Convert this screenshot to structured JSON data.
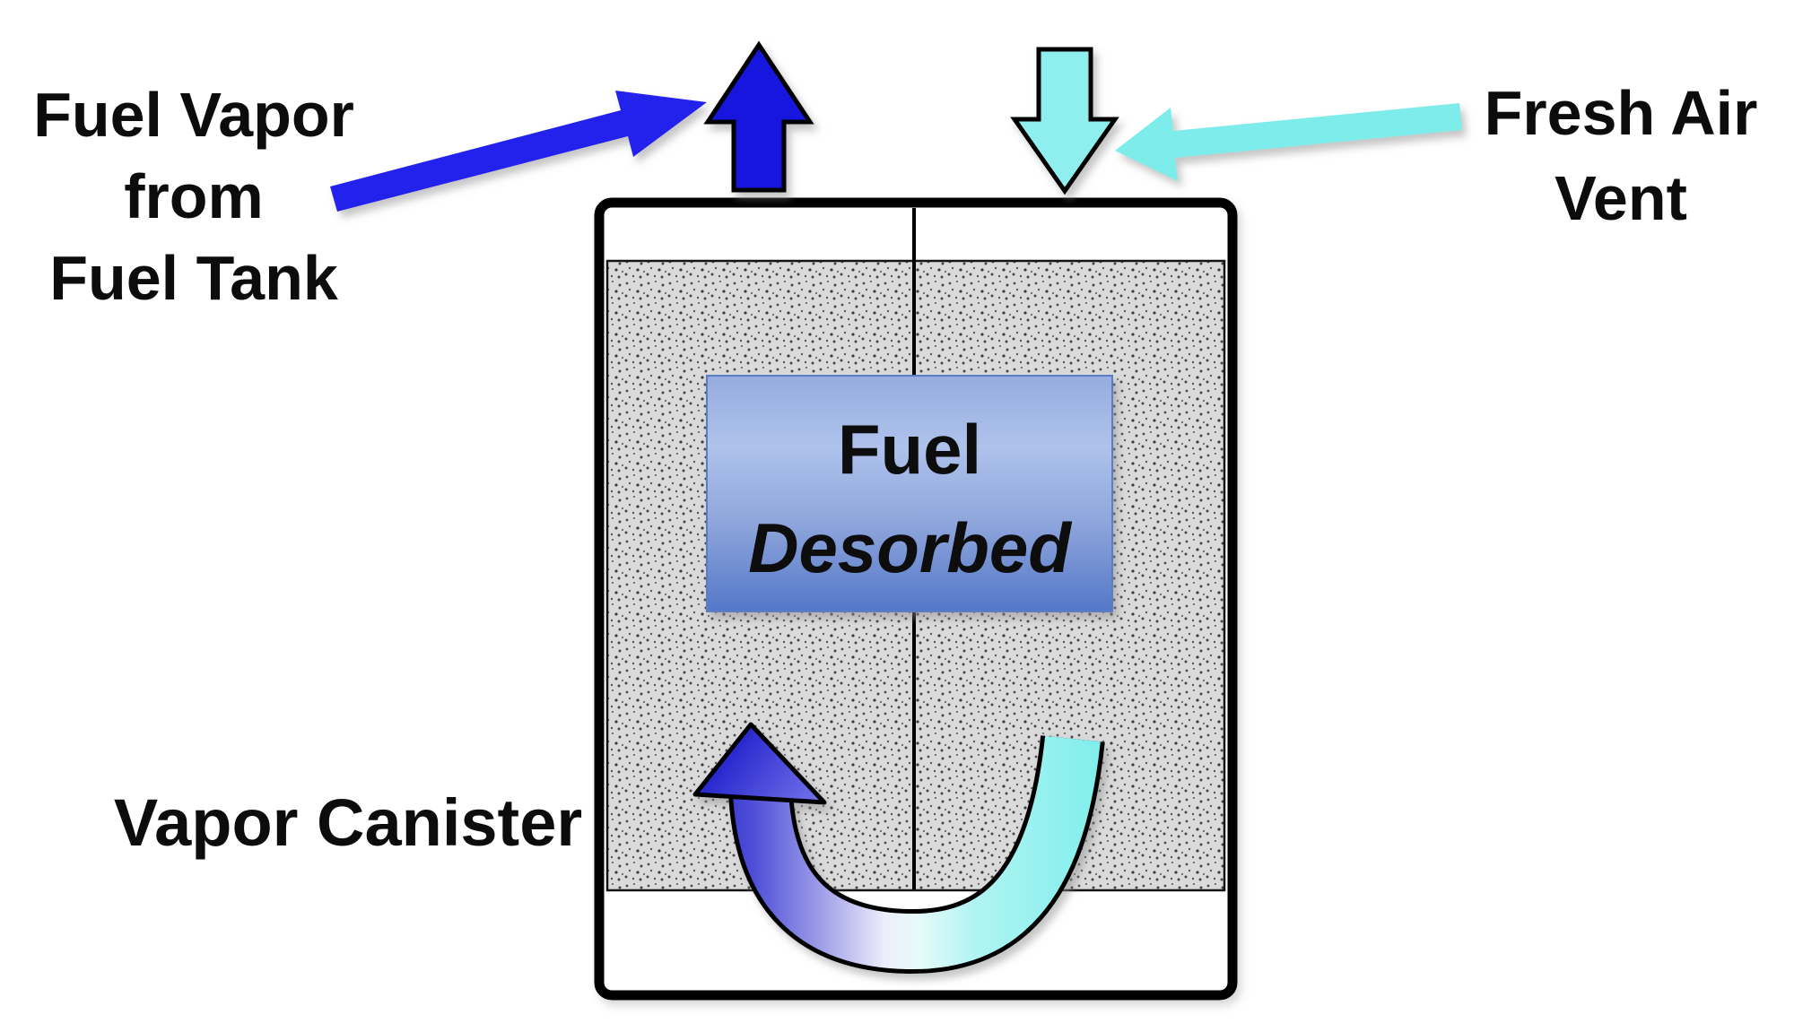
{
  "diagram": {
    "labels": {
      "fuel_vapor_source": {
        "lines": [
          "Fuel Vapor",
          "from",
          "Fuel Tank"
        ]
      },
      "fresh_air_vent": {
        "lines": [
          "Fresh Air",
          "Vent"
        ]
      },
      "canister_label": "Vapor Canister",
      "desorbed_box": {
        "lines": [
          "Fuel",
          "Desorbed"
        ]
      }
    },
    "colors": {
      "fuel_vapor_blue": "#1616DE",
      "fuel_vapor_flow_blue": "#2222EC",
      "fresh_air_cyan": "#8FEFEF",
      "fresh_air_flow_cyan": "#7FECEC",
      "canister_bed_gray": "#DADADA",
      "desorbed_box_light": "#AEC2EB",
      "desorbed_box_dark": "#5377C8",
      "purge_gradient_start": "#2626CE",
      "purge_gradient_end": "#7DEEEC",
      "outline_black": "#000000",
      "label_text": "#0C0C0C"
    }
  }
}
